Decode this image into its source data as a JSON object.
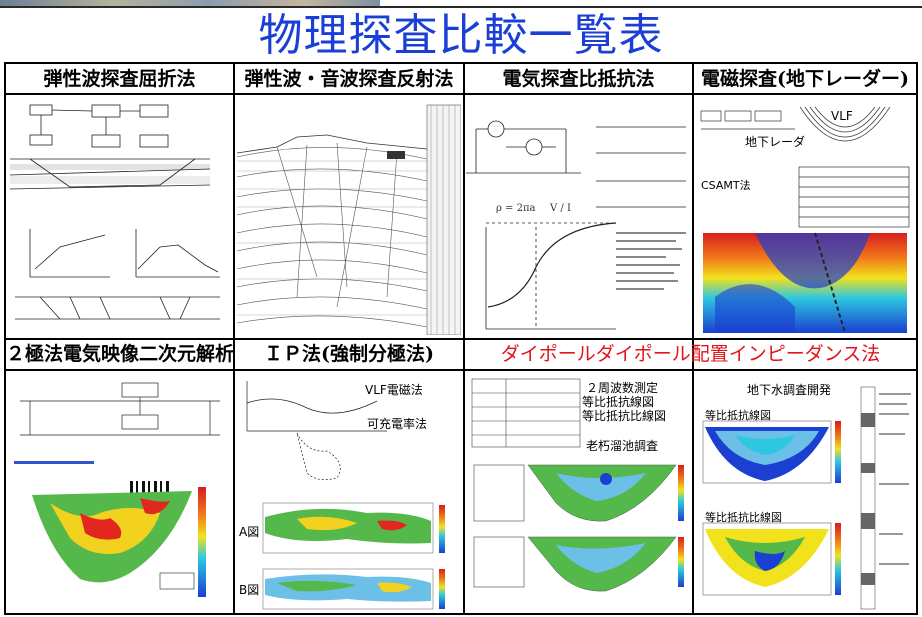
{
  "title": "物理探査比較一覧表",
  "colors": {
    "title": "#1a3fd6",
    "red_header": "#e2141a",
    "grid": "#000000"
  },
  "row1_headers": [
    "弾性波探査屈折法",
    "弾性波・音波探査反射法",
    "電気探査比抵抗法",
    "電磁探査(地下レーダー)"
  ],
  "row2_headers": [
    "２極法電気映像二次元解析",
    "ＩＰ法(強制分極法)",
    "ダイポールダイポール配置インピーダンス法"
  ],
  "panel_labels": {
    "radar_vlf": "VLF",
    "radar_chika": "地下レーダ",
    "radar_csamt": "CSAMT法",
    "ip_vlf": "VLF電磁法",
    "ip_kaju": "可充電率法",
    "ip_a": "A図",
    "ip_b": "B図",
    "dd_shuha": "２周波数測定",
    "dd_hihi1": "等比抵抗線図",
    "dd_hihi2": "等比抵抗比線図",
    "dd_chosa": "老朽溜池調査",
    "gw_title": "地下水調査開発",
    "gw_hihi1": "等比抵抗線図",
    "gw_hihi2": "等比抵抗比線図"
  }
}
